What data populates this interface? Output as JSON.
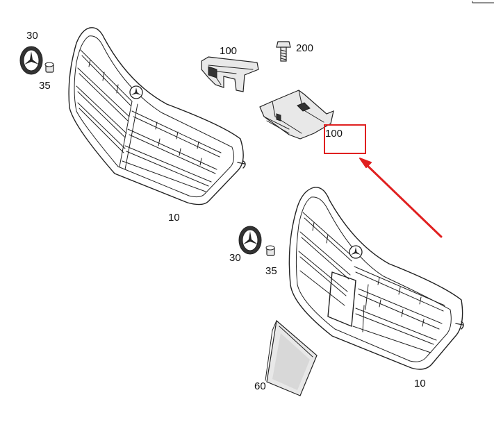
{
  "labels": {
    "emblem_top": "30",
    "nut_top": "35",
    "bracket_left": "100",
    "screw": "200",
    "bracket_right": "100",
    "grille_top": "10",
    "emblem_bottom": "30",
    "nut_bottom": "35",
    "cover": "60",
    "grille_bottom": "10"
  },
  "highlight": {
    "box_color": "#e02020",
    "arrow_color": "#e02020"
  }
}
